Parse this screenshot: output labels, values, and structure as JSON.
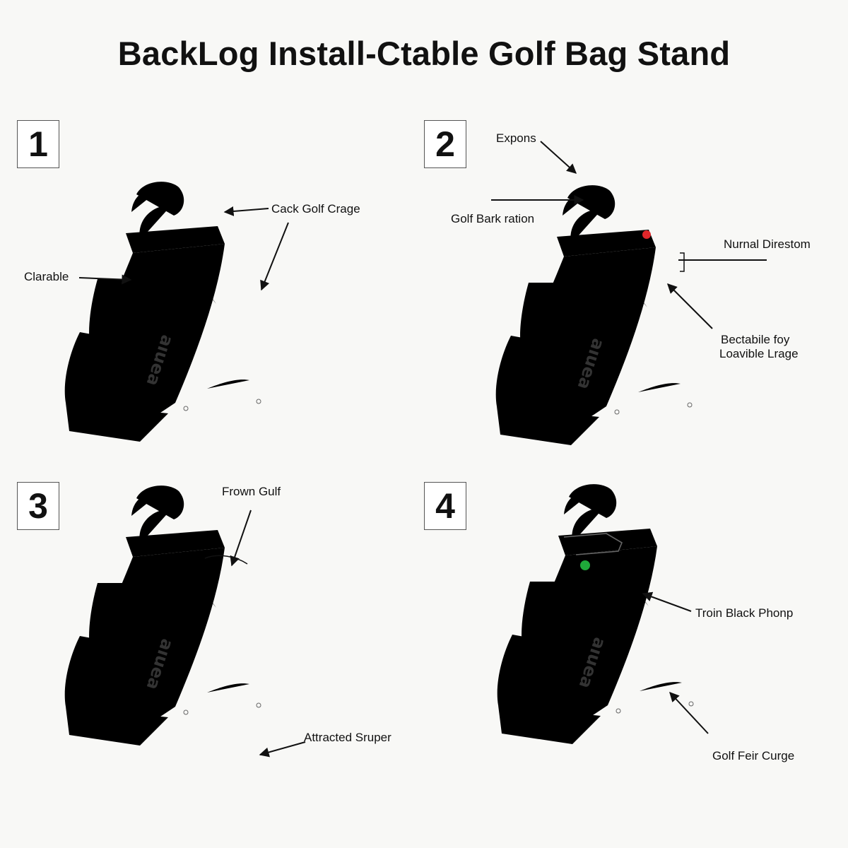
{
  "title": "BackLog Install-Ctable Golf Bag Stand",
  "steps": [
    {
      "number": "1",
      "labels": {
        "a": "Cack Golf Crage",
        "b": "Clarable"
      }
    },
    {
      "number": "2",
      "labels": {
        "a": "Expons",
        "b": "Golf Bark ration",
        "c": "Nurnal Direstom",
        "d1": "Bectabile foy",
        "d2": "Loavible Lrage"
      }
    },
    {
      "number": "3",
      "labels": {
        "a": "Frown Gulf",
        "b": "Attracted Sruper"
      }
    },
    {
      "number": "4",
      "labels": {
        "a": "Troin Black Phonp",
        "b": "Golf Feir Curge"
      }
    }
  ],
  "bag_logo_text": "ɐǝnıɐ",
  "colors": {
    "marker_red": "#e0262a",
    "marker_green": "#1faa3a"
  }
}
